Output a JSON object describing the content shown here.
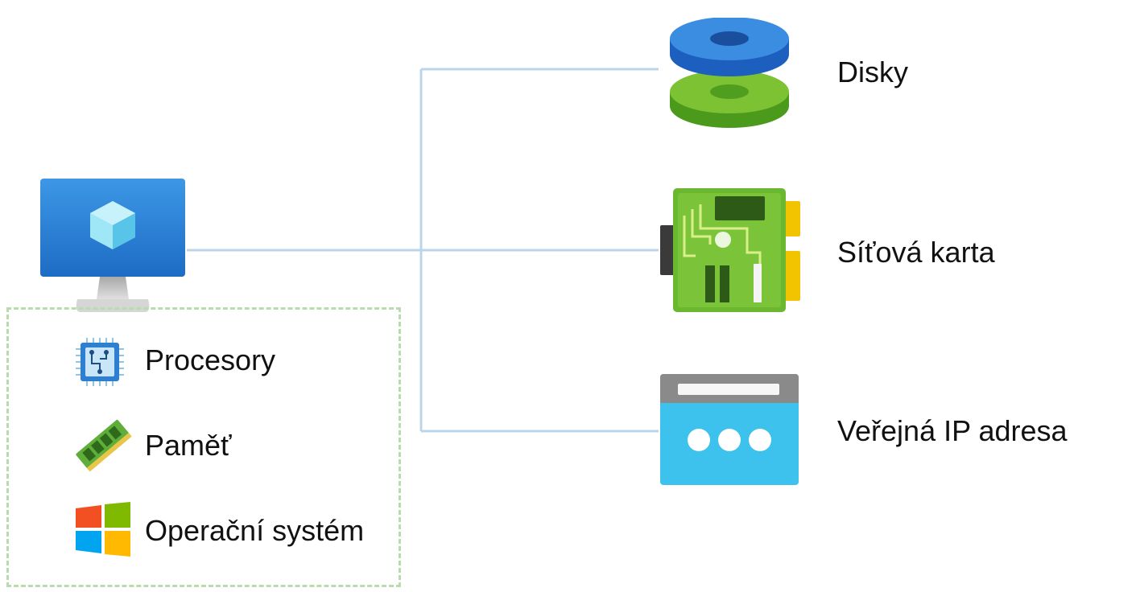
{
  "vm": {
    "icon": "virtual-machine-icon",
    "colors": {
      "screen": "#2f86d9",
      "screen_dark": "#1f6fc2",
      "stand": "#c8c8c8",
      "cube": "#8fe3f5"
    }
  },
  "connectors": {
    "color": "#bcd4ea"
  },
  "attachments": [
    {
      "id": "disks",
      "label": "Disky",
      "icon": "disks-icon"
    },
    {
      "id": "nic",
      "label": "Síťová karta",
      "icon": "network-card-icon"
    },
    {
      "id": "public-ip",
      "label": "Veřejná IP adresa",
      "icon": "public-ip-icon"
    }
  ],
  "resources": {
    "border_color": "#b9dcae",
    "items": [
      {
        "id": "processors",
        "label": "Procesory",
        "icon": "cpu-icon"
      },
      {
        "id": "memory",
        "label": "Paměť",
        "icon": "memory-icon"
      },
      {
        "id": "os",
        "label": "Operační systém",
        "icon": "windows-logo-icon"
      }
    ]
  }
}
